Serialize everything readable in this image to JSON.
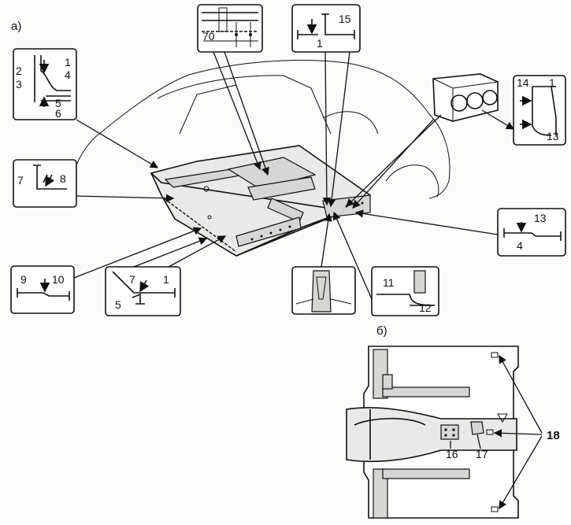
{
  "section_a_label": "а)",
  "section_b_label": "б)",
  "callouts": {
    "c1": "1",
    "c2": "2",
    "c3": "3",
    "c4": "4",
    "c5": "5",
    "c6": "6",
    "c7": "7",
    "c8": "8",
    "c9": "9",
    "c10": "10",
    "c11": "11",
    "c12": "12",
    "c13": "13",
    "c14": "14",
    "c15": "15",
    "c16": "16",
    "c17": "17",
    "c18": "18",
    "dim70": "70"
  }
}
